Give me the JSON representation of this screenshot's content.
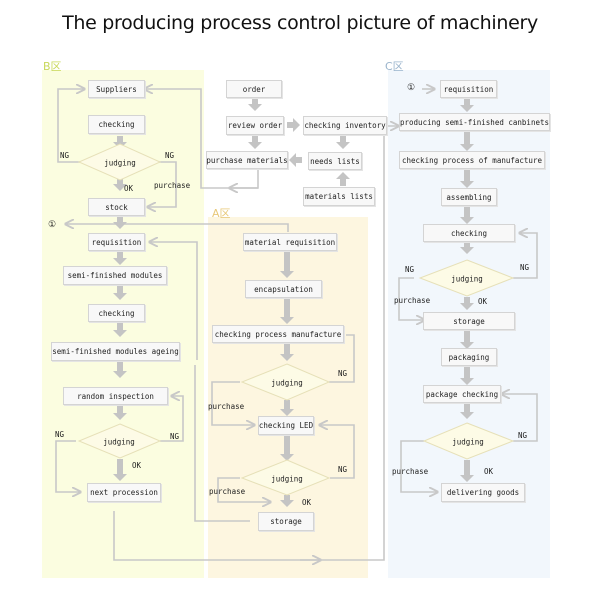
{
  "title": "The producing process control picture of machinery",
  "colors": {
    "zone_b": "#fbfde0",
    "zone_a": "#fdf6e0",
    "zone_c": "#f2f7fc",
    "zone_b_label": "#c8d85a",
    "zone_a_label": "#e8c878",
    "zone_c_label": "#9ab4cc",
    "connector": "#c8c8c8",
    "diamond_fill": "#fdfbe6",
    "diamond_stroke": "#e6e0b8"
  },
  "zones": {
    "b": "B区",
    "a": "A区",
    "c": "C区"
  },
  "markers": {
    "circle_one": "①"
  },
  "top": {
    "order": "order",
    "review_order": "review order",
    "checking_inventory": "checking inventory",
    "purchase_materials": "purchase materials",
    "needs_lists": "needs lists",
    "materials_lists": "materials lists"
  },
  "zone_b": {
    "suppliers": "Suppliers",
    "checking": "checking",
    "judging_1": "judging",
    "ng_left_1": "NG",
    "ng_right_1": "NG",
    "purchase_1": "purchase",
    "ok_1": "OK",
    "stock": "stock",
    "requisition": "requisition",
    "semi_finished_modules": "semi-finished modules",
    "checking_2": "checking",
    "semi_finished_modules_ageing": "semi-finished modules ageing",
    "random_inspection": "random inspection",
    "judging_2": "judging",
    "ng_left_2": "NG",
    "ng_right_2": "NG",
    "ok_2": "OK",
    "next_procession": "next procession"
  },
  "zone_a": {
    "material_requisition": "material requisition",
    "encapsulation": "encapsulation",
    "checking_process_manufacture": "checking process manufacture",
    "judging_1": "judging",
    "ng_1": "NG",
    "purchase_1": "purchase",
    "checking_led": "checking LED",
    "judging_2": "judging",
    "ng_2": "NG",
    "purchase_2": "purchase",
    "ok_2": "OK",
    "storage": "storage"
  },
  "zone_c": {
    "requisition": "requisition",
    "producing_semi_finished_cabinets": "producing semi-finished canbinets",
    "checking_process_of_manufacture": "checking process of manufacture",
    "assembling": "assembling",
    "checking": "checking",
    "judging_1": "judging",
    "ng_left_1": "NG",
    "ng_right_1": "NG",
    "purchase_1": "purchase",
    "ok_1": "OK",
    "storage": "storage",
    "packaging": "packaging",
    "package_checking": "package checking",
    "judging_2": "judging",
    "ng_2": "NG",
    "purchase_2": "purchase",
    "ok_2": "OK",
    "delivering_goods": "delivering goods"
  }
}
